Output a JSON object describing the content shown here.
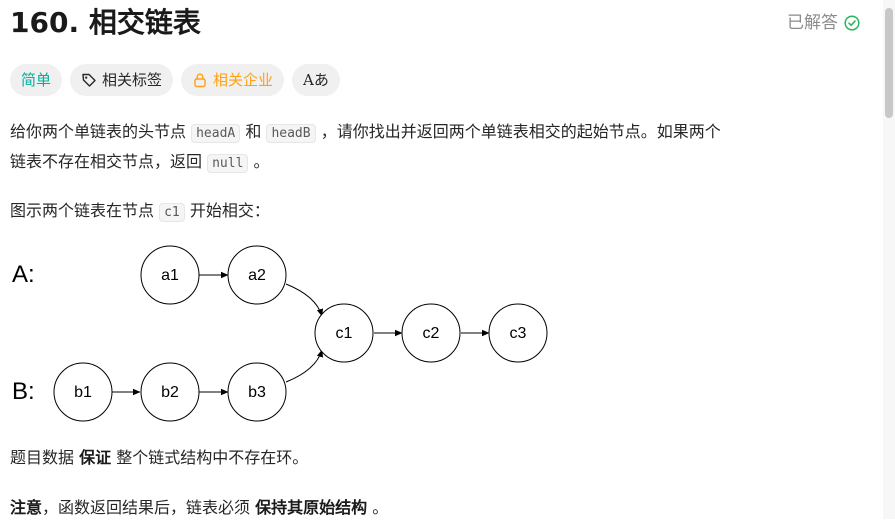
{
  "problem": {
    "title": "160. 相交链表",
    "solved_label": "已解答"
  },
  "tags": {
    "difficulty": "简单",
    "topics": "相关标签",
    "companies": "相关企业",
    "translate": "Aあ"
  },
  "description": {
    "p1_a": "给你两个单链表的头节点",
    "p1_code1": "headA",
    "p1_b": "和",
    "p1_code2": "headB",
    "p1_c": "，请你找出并返回两个单链表相交的起始节点。如果两个",
    "p1_d": "链表不存在相交节点，返回",
    "p1_code3": "null",
    "p1_e": "。",
    "p2_a": "图示两个链表在节点",
    "p2_code": "c1",
    "p2_b": "开始相交：",
    "p3_a": "题目数据",
    "p3_bold": "保证",
    "p3_b": "整个链式结构中不存在环。",
    "p4_bold1": "注意",
    "p4_a": "，函数返回结果后，链表必须",
    "p4_bold2": "保持其原始结构",
    "p4_b": "。"
  },
  "diagram": {
    "label_a": "A:",
    "label_b": "B:",
    "nodes": {
      "a1": "a1",
      "a2": "a2",
      "b1": "b1",
      "b2": "b2",
      "b3": "b3",
      "c1": "c1",
      "c2": "c2",
      "c3": "c3"
    }
  },
  "colors": {
    "easy": "#00af9b",
    "company": "#ffa116",
    "solved_check": "#2db55d"
  }
}
